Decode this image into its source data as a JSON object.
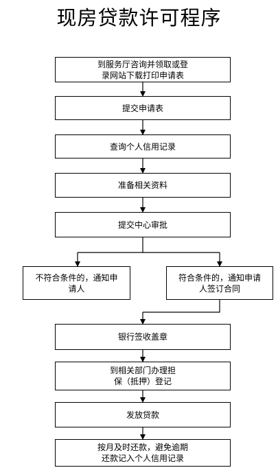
{
  "title": "现房贷款许可程序",
  "steps": {
    "s1": [
      "到服务厅咨询并领取或登",
      "录网站下载打印申请表"
    ],
    "s2": [
      "提交申请表"
    ],
    "s3": [
      "查询个人信用记录"
    ],
    "s4": [
      "准备相关资料"
    ],
    "s5": [
      "提交中心审批"
    ],
    "reject": [
      "不符合条件的，通知申",
      "请人"
    ],
    "accept": [
      "符合条件的，通知申请",
      "人签订合同"
    ],
    "s6": [
      "银行签收盖章"
    ],
    "s7": [
      "到相关部门办理担",
      "保（抵押）登记"
    ],
    "s8": [
      "发放贷款"
    ],
    "s9": [
      "按月及时还款，避免逾期",
      "还款记入个人信用记录"
    ]
  }
}
